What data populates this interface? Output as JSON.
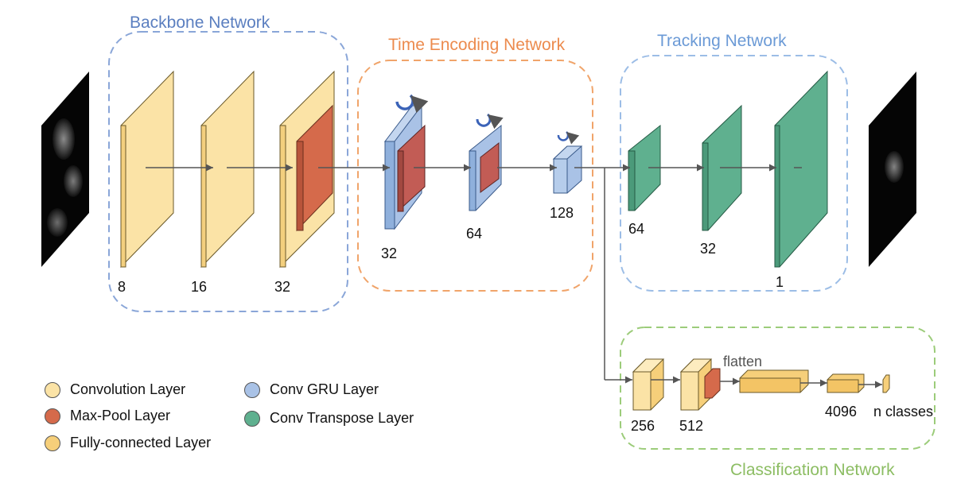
{
  "groups": {
    "backbone": "Backbone Network",
    "time_encoding": "Time Encoding Network",
    "tracking": "Tracking Network",
    "classification": "Classification Network"
  },
  "dims": {
    "backbone": [
      "8",
      "16",
      "32"
    ],
    "time_encoding": [
      "32",
      "64",
      "128"
    ],
    "tracking": [
      "64",
      "32",
      "1"
    ],
    "classification": [
      "256",
      "512",
      "4096",
      "n classes"
    ]
  },
  "flatten_label": "flatten",
  "legend": [
    {
      "label": "Convolution Layer",
      "color": "#fbe3a6"
    },
    {
      "label": "Max-Pool Layer",
      "color": "#d56a4b"
    },
    {
      "label": "Fully-connected Layer",
      "color": "#f6cf7a"
    },
    {
      "label": "Conv GRU Layer",
      "color": "#a9c2e6"
    },
    {
      "label": "Conv Transpose Layer",
      "color": "#5fb08f"
    }
  ],
  "colors": {
    "conv": "#fbe3a6",
    "maxpool": "#d56a4b",
    "fc": "#f6cf7a",
    "gru": "#a9c2e6",
    "transpose": "#5fb08f",
    "backbone_box": "#8aa6d8",
    "time_box": "#f0a46a",
    "tracking_box": "#9cbde6",
    "class_box": "#9ccc7a"
  }
}
